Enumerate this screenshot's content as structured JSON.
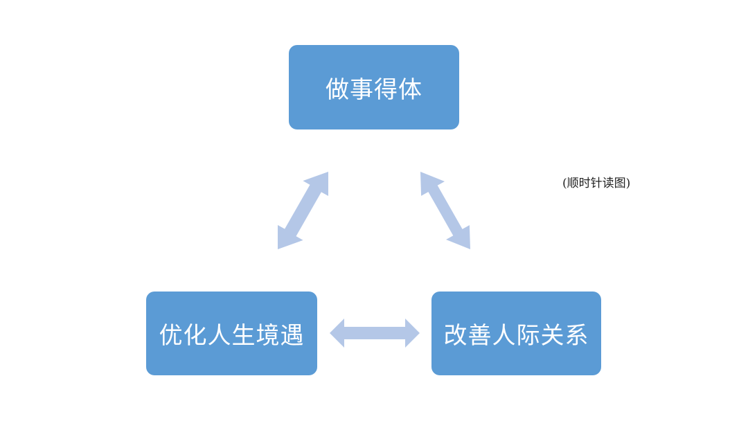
{
  "diagram": {
    "nodes": {
      "top": {
        "label": "做事得体"
      },
      "left": {
        "label": "优化人生境遇"
      },
      "right": {
        "label": "改善人际关系"
      }
    },
    "note": "(顺时针读图)",
    "connections": [
      {
        "from": "top",
        "to": "left",
        "type": "bidirectional-arrow"
      },
      {
        "from": "top",
        "to": "right",
        "type": "bidirectional-arrow"
      },
      {
        "from": "left",
        "to": "right",
        "type": "bidirectional-arrow"
      }
    ]
  },
  "colors": {
    "box_fill": "#5b9bd5",
    "arrow_fill": "#b4c7e7",
    "text_on_box": "#ffffff",
    "note_text": "#222222"
  }
}
